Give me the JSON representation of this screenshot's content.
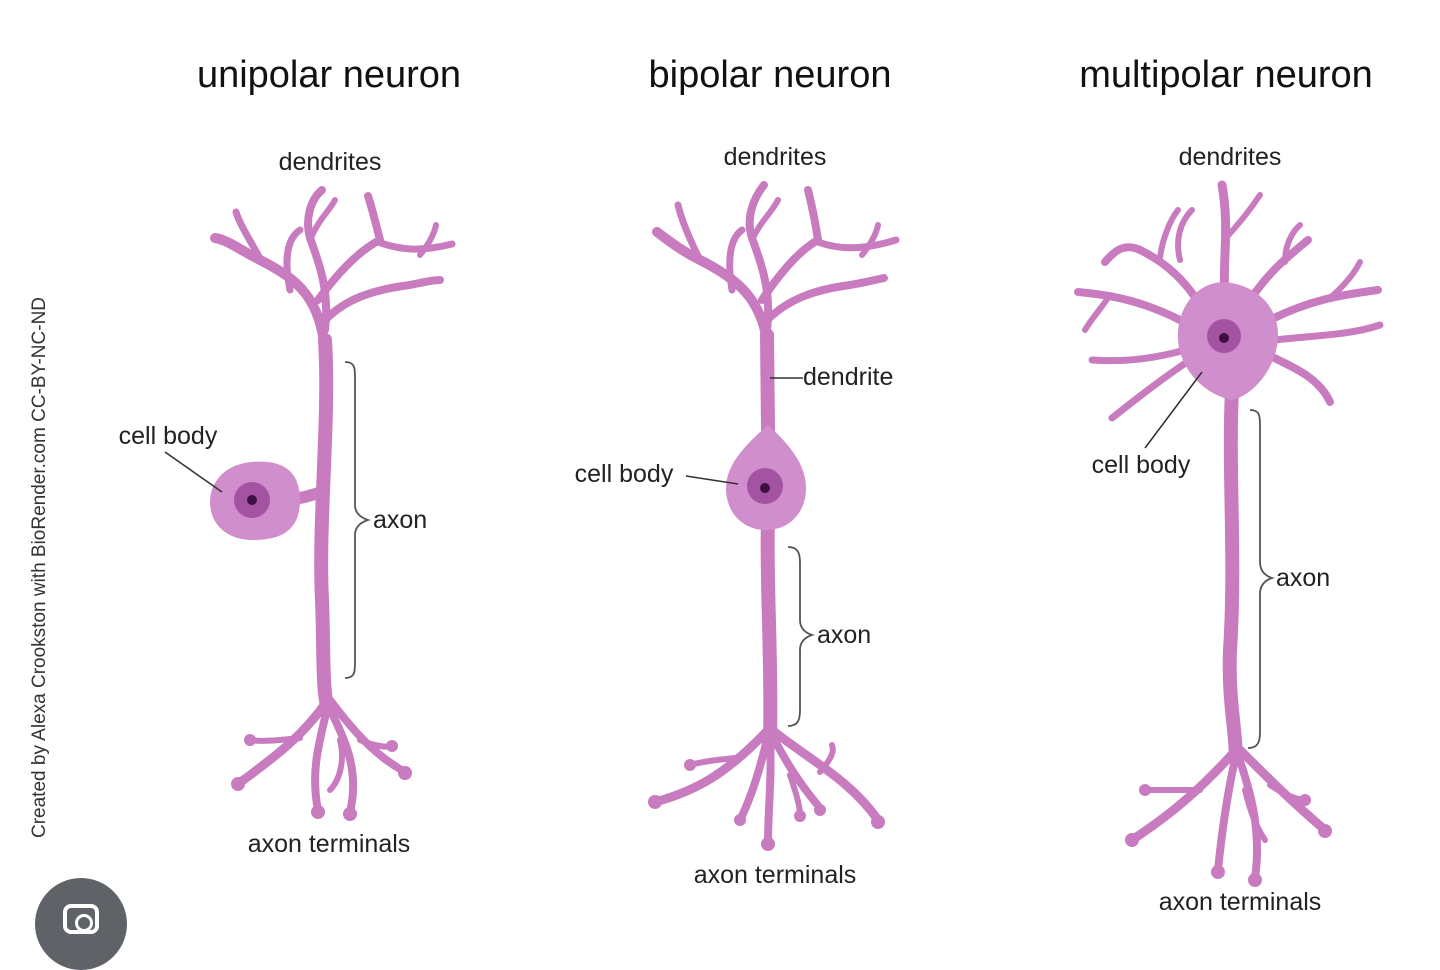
{
  "colors": {
    "neuron_fill": "#c97bc0",
    "soma_fill": "#d08ecc",
    "nucleus_ring": "#a453a2",
    "nucleolus": "#3d0f45",
    "text": "#222222",
    "background": "#ffffff"
  },
  "credit": "Created by Alexa Crookston with BioRender.com CC-BY-NC-ND",
  "neurons": [
    {
      "title": "unipolar neuron",
      "labels": {
        "dendrites": "dendrites",
        "cell_body": "cell body",
        "axon": "axon",
        "axon_terminals": "axon terminals"
      }
    },
    {
      "title": "bipolar neuron",
      "labels": {
        "dendrites": "dendrites",
        "dendrite": "dendrite",
        "cell_body": "cell body",
        "axon": "axon",
        "axon_terminals": "axon terminals"
      }
    },
    {
      "title": "multipolar neuron",
      "labels": {
        "dendrites": "dendrites",
        "cell_body": "cell body",
        "axon": "axon",
        "axon_terminals": "axon terminals"
      }
    }
  ],
  "overlay": {
    "icon": "camera-lens-icon"
  }
}
